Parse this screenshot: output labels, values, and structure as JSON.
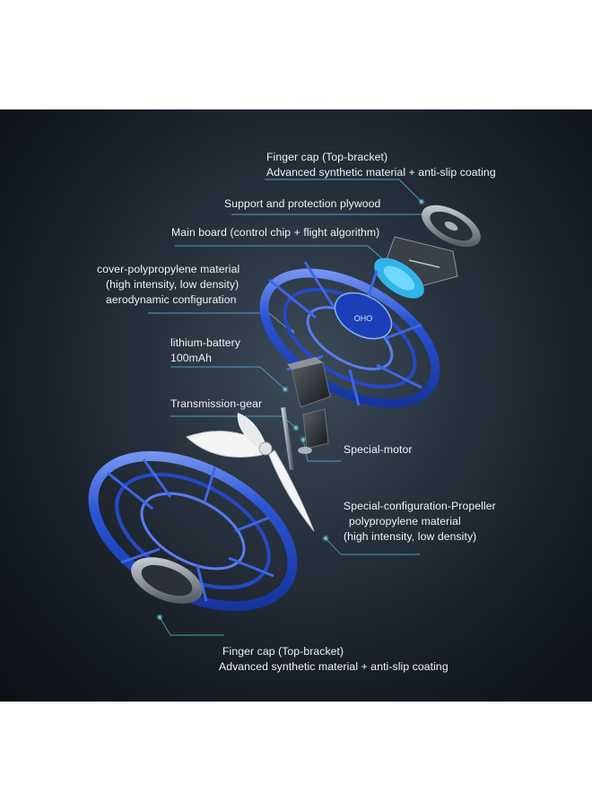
{
  "labels": {
    "top_finger_cap": {
      "title": "Finger cap (Top-bracket)",
      "desc": "Advanced synthetic material + anti-slip coating"
    },
    "plywood": "Support and protection plywood",
    "main_board": "Main board (control chip + flight algorithm)",
    "cover": {
      "line1": "cover-polypropylene material",
      "line2": "(high intensity, low density)",
      "line3": "aerodynamic configuration"
    },
    "battery": {
      "line1": "lithium-battery",
      "line2": "100mAh"
    },
    "gear": "Transmission-gear",
    "motor": "Special-motor",
    "propeller": {
      "line1": "Special-configuration-Propeller",
      "line2": "polypropylene material",
      "line3": "(high intensity, low density)"
    },
    "bottom_finger_cap": {
      "title": "Finger cap (Top-bracket)",
      "desc": "Advanced synthetic material + anti-slip coating"
    }
  },
  "colors": {
    "panel_bg": "#1a222c",
    "accent_blue": "#2f5fe0",
    "callout_line": "#4f9fc0",
    "dot": "#7ff0ff"
  }
}
